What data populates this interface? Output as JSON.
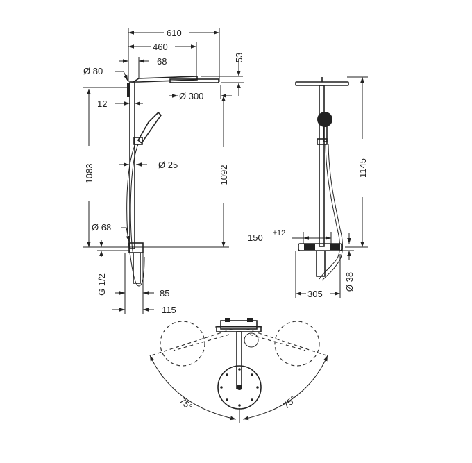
{
  "dimensions": {
    "w610": "610",
    "w460": "460",
    "w68_top": "68",
    "h53": "53",
    "d80": "Ø 80",
    "d300": "Ø 300",
    "w12": "12",
    "h1083": "1083",
    "d25": "Ø 25",
    "h1092": "1092",
    "d68": "Ø 68",
    "g12": "G 1/2",
    "w85": "85",
    "w115": "115",
    "h1145": "1145",
    "w150": "150",
    "pm12": "±12",
    "d38": "Ø 38",
    "w305": "305",
    "angle_left": "75°",
    "angle_right": "75°"
  },
  "colors": {
    "line": "#222222",
    "background": "#ffffff"
  }
}
